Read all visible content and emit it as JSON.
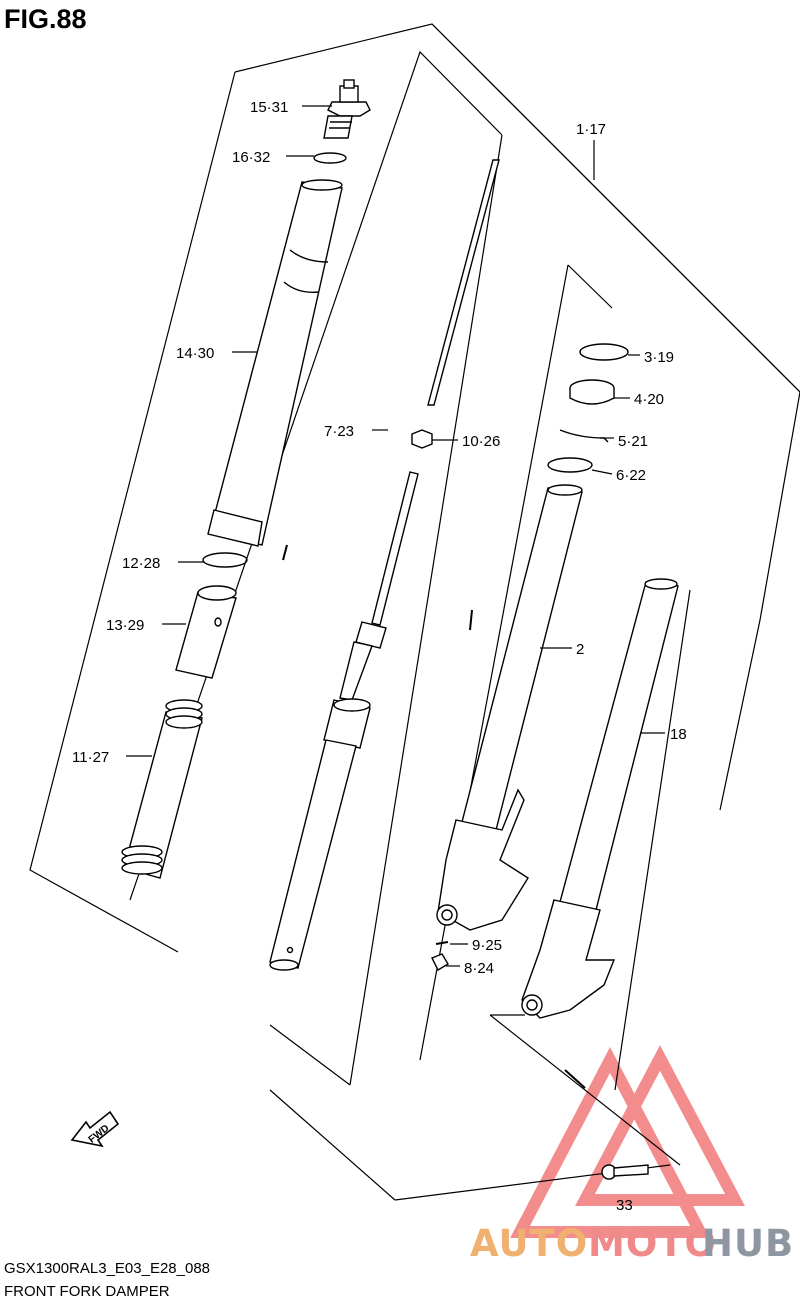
{
  "figure_title": "FIG.88",
  "footer": {
    "model_code": "GSX1300RAL3_E03_E28_088",
    "assembly_name": "FRONT FORK DAMPER"
  },
  "watermark": {
    "part1": "AUTO",
    "part2": "MOTO",
    "part3": "HUB",
    "colors": {
      "auto": "#f0b070",
      "moto": "#f08a8a",
      "hub": "#8e96a2",
      "triangle": "#f07070"
    }
  },
  "fwd_arrow_label": "FWD",
  "callouts": {
    "c15_31": "15·31",
    "c16_32": "16·32",
    "c14_30": "14·30",
    "c12_28": "12·28",
    "c13_29": "13·29",
    "c11_27": "11·27",
    "c7_23": "7·23",
    "c10_26": "10·26",
    "c1_17": "1·17",
    "c3_19": "3·19",
    "c4_20": "4·20",
    "c5_21": "5·21",
    "c6_22": "6·22",
    "c2": "2",
    "c18": "18",
    "c9_25": "9·25",
    "c8_24": "8·24",
    "c33": "33"
  }
}
